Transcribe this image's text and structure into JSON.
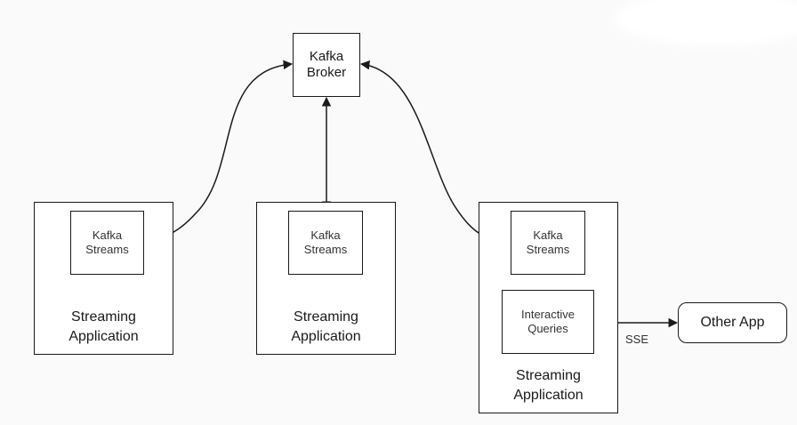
{
  "nodes": {
    "broker": "Kafka\nBroker",
    "streams_left": "Kafka\nStreams",
    "streams_center": "Kafka\nStreams",
    "streams_right": "Kafka\nStreams",
    "interactive_queries": "Interactive\nQueries",
    "other_app": "Other App",
    "app_left": "Streaming\nApplication",
    "app_center": "Streaming\nApplication",
    "app_right": "Streaming\nApplication"
  },
  "edges": {
    "sse_label": "SSE"
  },
  "colors": {
    "stroke": "#1a1a1a",
    "background": "#fafafa"
  }
}
